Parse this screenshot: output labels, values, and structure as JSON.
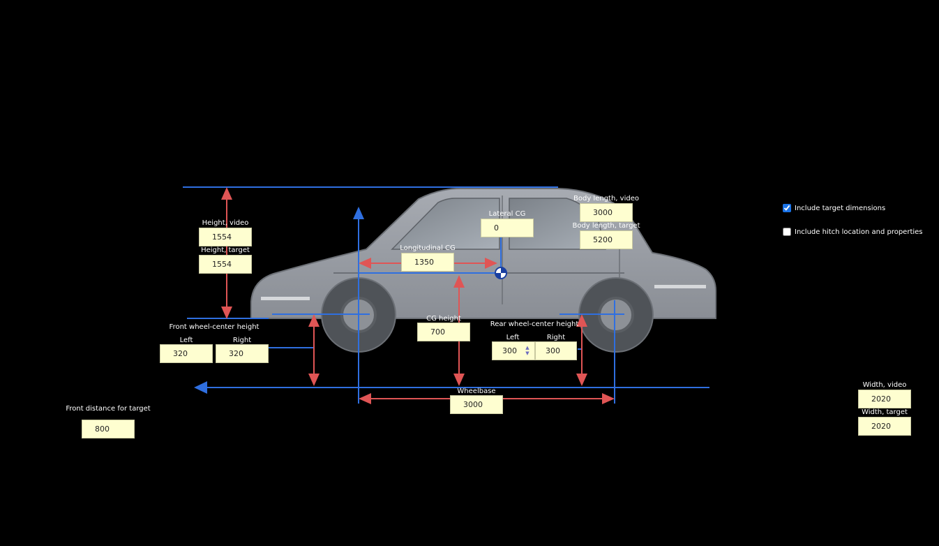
{
  "dimensions": {
    "height_video": {
      "label": "Height, video",
      "value": "1554"
    },
    "height_target": {
      "label": "Height, target",
      "value": "1554"
    },
    "lateral_cg": {
      "label": "Lateral CG",
      "value": "0"
    },
    "body_length_video": {
      "label": "Body length, video",
      "value": "3000"
    },
    "body_length_target": {
      "label": "Body length, target",
      "value": "5200"
    },
    "longitudinal_cg": {
      "label": "Longitudinal CG",
      "value": "1350"
    },
    "cg_height": {
      "label": "CG height",
      "value": "700"
    },
    "front_wheel_center_height": {
      "label": "Front wheel-center height",
      "left_label": "Left",
      "left_value": "320",
      "right_label": "Right",
      "right_value": "320"
    },
    "rear_wheel_center_height": {
      "label": "Rear wheel-center height",
      "left_label": "Left",
      "left_value": "300",
      "right_label": "Right",
      "right_value": "300"
    },
    "wheelbase": {
      "label": "Wheelbase",
      "value": "3000"
    },
    "front_distance_for_target": {
      "label": "Front distance for target",
      "value": "800"
    },
    "width_video": {
      "label": "Width, video",
      "value": "2020"
    },
    "width_target": {
      "label": "Width, target",
      "value": "2020"
    }
  },
  "options": {
    "include_target_dimensions": {
      "label": "Include target dimensions",
      "checked": true
    },
    "include_hitch": {
      "label": "Include hitch location and properties",
      "checked": false
    }
  },
  "colors": {
    "background": "#000000",
    "dimension_line": "#2f6fe0",
    "arrow": "#e05555",
    "car_body": "#9a9ea5",
    "field_bg": "#fefed0",
    "checkbox_accent": "#1a73e8"
  }
}
